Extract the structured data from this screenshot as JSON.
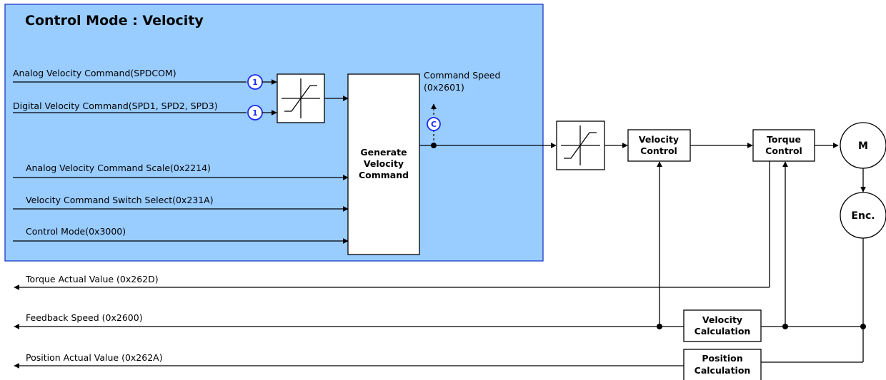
{
  "title": "Control Mode : Velocity",
  "inputs": {
    "analog_velocity_command": "Analog Velocity Command(SPDCOM)",
    "digital_velocity_command": "Digital Velocity Command(SPD1, SPD2, SPD3)",
    "analog_velocity_command_scale": "Analog Velocity Command Scale(0x2214)",
    "velocity_command_switch_select": "Velocity Command Switch Select(0x231A)",
    "control_mode": "Control Mode(0x3000)"
  },
  "markers": {
    "one": "1",
    "c": "C"
  },
  "command_speed": {
    "line1": "Command Speed",
    "line2": "(0x2601)"
  },
  "blocks": {
    "generate": [
      "Generate",
      "Velocity",
      "Command"
    ],
    "velocity_control": [
      "Velocity",
      "Control"
    ],
    "torque_control": [
      "Torque",
      "Control"
    ],
    "motor": "M",
    "encoder": "Enc.",
    "velocity_calculation": [
      "Velocity",
      "Calculation"
    ],
    "position_calculation": [
      "Position",
      "Calculation"
    ]
  },
  "outputs": {
    "torque_actual_value": "Torque Actual Value (0x262D)",
    "feedback_speed": "Feedback Speed (0x2600)",
    "position_actual_value": "Position Actual Value (0x262A)"
  },
  "colors": {
    "panel_fill": "#99ccff",
    "panel_border": "#1f37c8",
    "marker": "#1a2cf0"
  }
}
